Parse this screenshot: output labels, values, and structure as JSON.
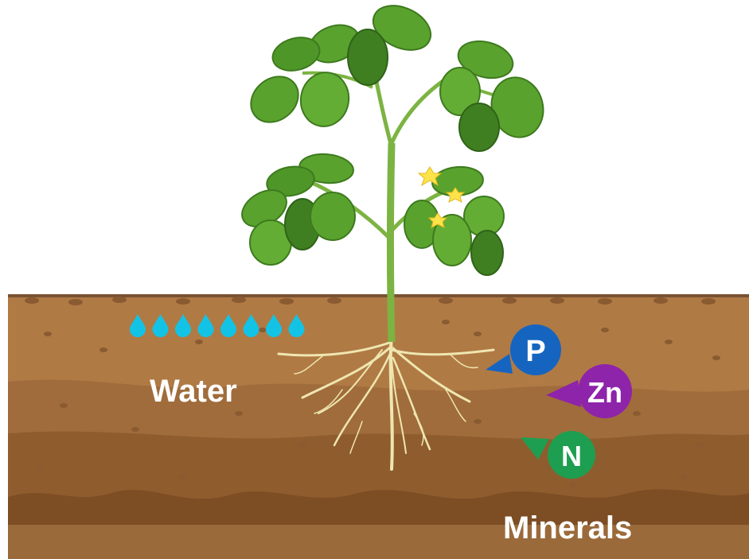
{
  "labels": {
    "water": "Water",
    "minerals": "Minerals"
  },
  "minerals": [
    {
      "symbol": "P",
      "color": "#1565c0"
    },
    {
      "symbol": "Zn",
      "color": "#8e24aa"
    },
    {
      "symbol": "N",
      "color": "#1e9e50"
    }
  ],
  "water_drops": {
    "count": 8,
    "color": "#12c3e6"
  },
  "colors": {
    "soil_top": "#b07a45",
    "soil_mid": "#9b6535",
    "soil_deep": "#7d4d24",
    "leaf": "#5aa22e",
    "leaf_dark": "#3d7a1e",
    "stem": "#7cb342",
    "root": "#efe6b0",
    "flower": "#fde34a"
  }
}
